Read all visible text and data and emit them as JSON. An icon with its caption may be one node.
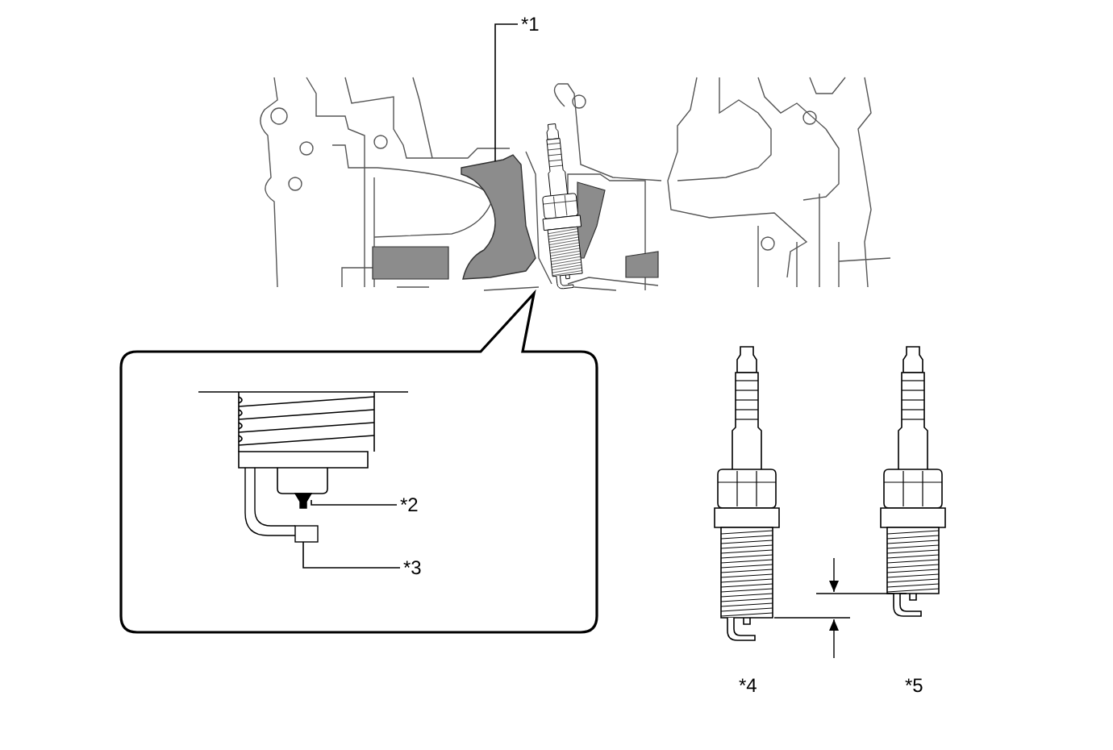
{
  "diagram": {
    "nodes": [
      {
        "text": [
          "*1"
        ]
      },
      {
        "text": [],
        "shape": "picture"
      },
      {
        "text": [
          "*2"
        ]
      },
      {
        "text": [],
        "shape": "picture"
      },
      {
        "text": [
          "*3"
        ]
      },
      {
        "text": [],
        "shape": "box"
      }
    ],
    "edges": [
      {
        "from": 0,
        "to": 1,
        "arrow": "none"
      },
      {
        "from": 2,
        "to": 3,
        "arrow": "none"
      },
      {
        "from": 4,
        "to": 5,
        "arrow": "none"
      }
    ],
    "labels": [
      "*4",
      "*5"
    ]
  }
}
